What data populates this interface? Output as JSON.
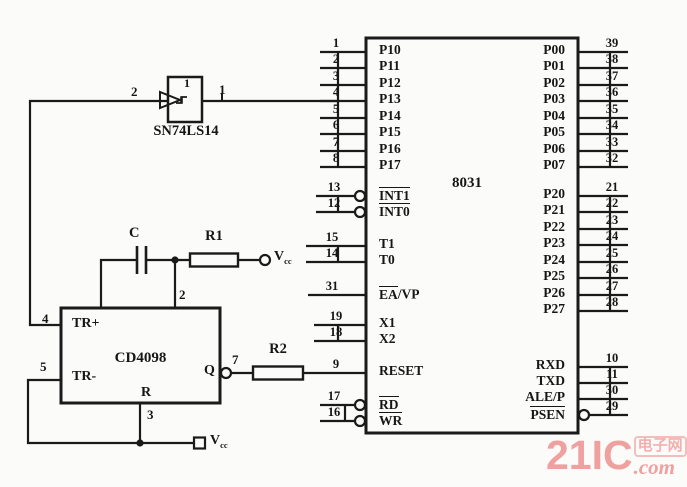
{
  "colors": {
    "line": "#1a1a1a",
    "background": "#fbfbf9",
    "watermark": "#ec8383"
  },
  "chip": {
    "name": "8031",
    "p1": [
      {
        "label": "P10",
        "num": "1"
      },
      {
        "label": "P11",
        "num": "2"
      },
      {
        "label": "P12",
        "num": "3"
      },
      {
        "label": "P13",
        "num": "4"
      },
      {
        "label": "P14",
        "num": "5"
      },
      {
        "label": "P15",
        "num": "6"
      },
      {
        "label": "P16",
        "num": "7"
      },
      {
        "label": "P17",
        "num": "8"
      }
    ],
    "int_pins": [
      {
        "label": "INT1",
        "num": "13",
        "overline": true,
        "bubble": true
      },
      {
        "label": "INT0",
        "num": "12",
        "overline": true,
        "bubble": true
      }
    ],
    "t_pins": [
      {
        "label": "T1",
        "num": "15"
      },
      {
        "label": "T0",
        "num": "14"
      }
    ],
    "ea": [
      {
        "bar": "EA",
        "rest": "/VP",
        "num": "31"
      }
    ],
    "x_pins": [
      {
        "label": "X1",
        "num": "19"
      },
      {
        "label": "X2",
        "num": "18"
      }
    ],
    "reset": [
      {
        "label": "RESET",
        "num": "9"
      }
    ],
    "rw": [
      {
        "label": "RD",
        "num": "17",
        "overline": true,
        "bubble": true
      },
      {
        "label": "WR",
        "num": "16",
        "overline": true,
        "bubble": true
      }
    ],
    "p0": [
      {
        "label": "P00",
        "num": "39"
      },
      {
        "label": "P01",
        "num": "38"
      },
      {
        "label": "P02",
        "num": "37"
      },
      {
        "label": "P03",
        "num": "36"
      },
      {
        "label": "P04",
        "num": "35"
      },
      {
        "label": "P05",
        "num": "34"
      },
      {
        "label": "P06",
        "num": "33"
      },
      {
        "label": "P07",
        "num": "32"
      }
    ],
    "p2": [
      {
        "label": "P20",
        "num": "21"
      },
      {
        "label": "P21",
        "num": "22"
      },
      {
        "label": "P22",
        "num": "23"
      },
      {
        "label": "P23",
        "num": "24"
      },
      {
        "label": "P24",
        "num": "25"
      },
      {
        "label": "P25",
        "num": "26"
      },
      {
        "label": "P26",
        "num": "27"
      },
      {
        "label": "P27",
        "num": "28"
      }
    ],
    "serial": [
      {
        "label": "RXD",
        "num": "10"
      },
      {
        "label": "TXD",
        "num": "11"
      },
      {
        "label": "ALE/P",
        "num": "30"
      },
      {
        "label": "PSEN",
        "num": "29",
        "overline": true,
        "bubble": true
      }
    ]
  },
  "components": {
    "inverter": {
      "name": "SN74LS14",
      "gate_no": "1",
      "pin_in": "2",
      "pin_out": "1"
    },
    "mono": {
      "name": "CD4098",
      "tr_plus": "TR+",
      "tr_minus": "TR-",
      "q_label": "Q",
      "r_label": "R",
      "pin_tr_plus": "4",
      "pin_tr_minus": "5",
      "pin_q": "7",
      "pin_r": "3",
      "pin_c": "2"
    },
    "r1": {
      "label": "R1"
    },
    "r2": {
      "label": "R2"
    },
    "cap": {
      "label": "C"
    }
  },
  "power": {
    "label": "V",
    "sub": "cc"
  },
  "watermark": {
    "brand": "21IC",
    "tld": ".com",
    "cn": "电子网"
  }
}
